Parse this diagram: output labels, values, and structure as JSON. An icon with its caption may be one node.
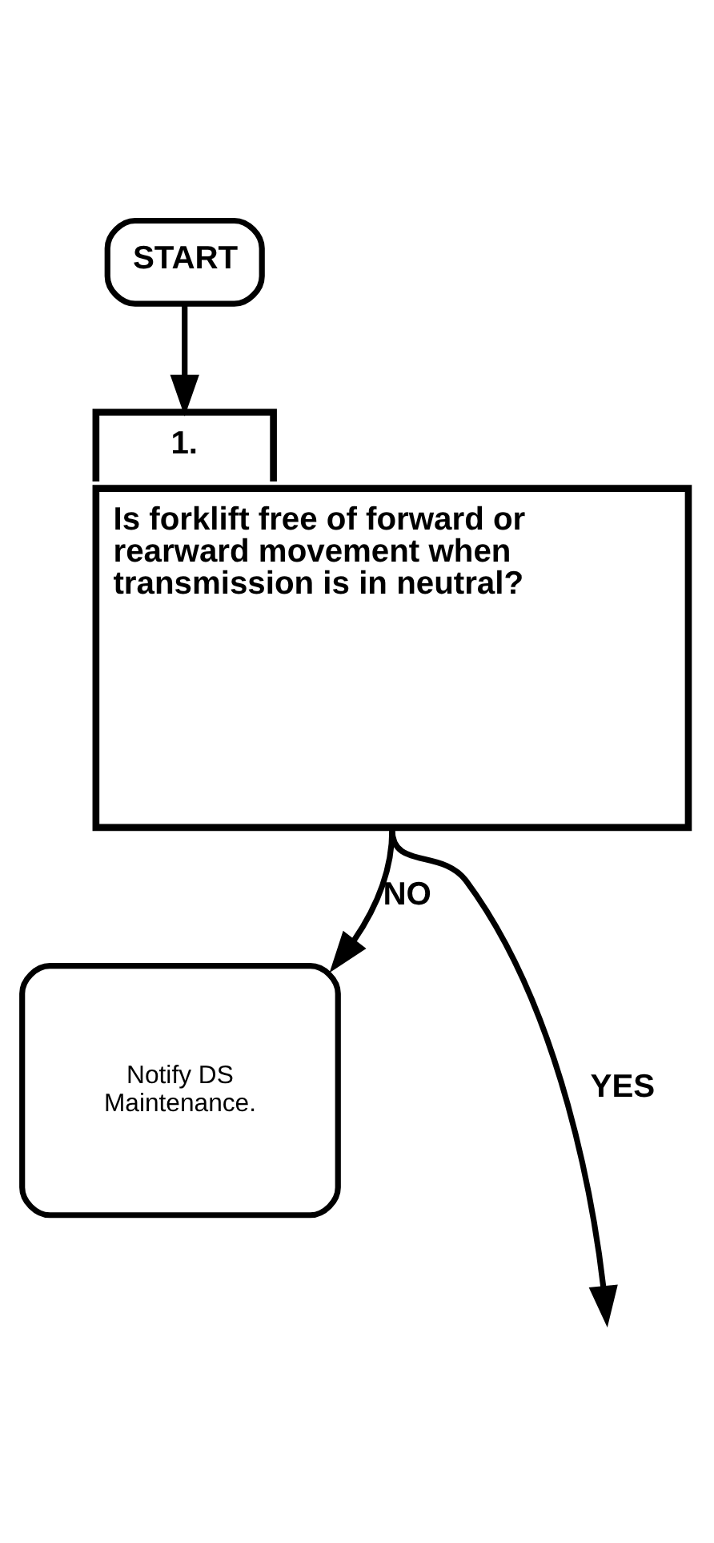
{
  "diagram": {
    "nodes": [
      {
        "text": [
          "START"
        ]
      },
      {
        "text": [
          "1.",
          "Is forklift free of forward or rearward movement when transmission is in neutral?"
        ]
      },
      {
        "text": [
          "Notify DS Maintenance."
        ]
      }
    ],
    "edges": [
      {
        "from": 0,
        "to": 1,
        "arrow": "to"
      },
      {
        "from": 1,
        "to": 2,
        "arrow": "to",
        "label": "NO"
      },
      {
        "from": 1,
        "to": null,
        "arrow": "to",
        "label": "YES"
      }
    ]
  }
}
